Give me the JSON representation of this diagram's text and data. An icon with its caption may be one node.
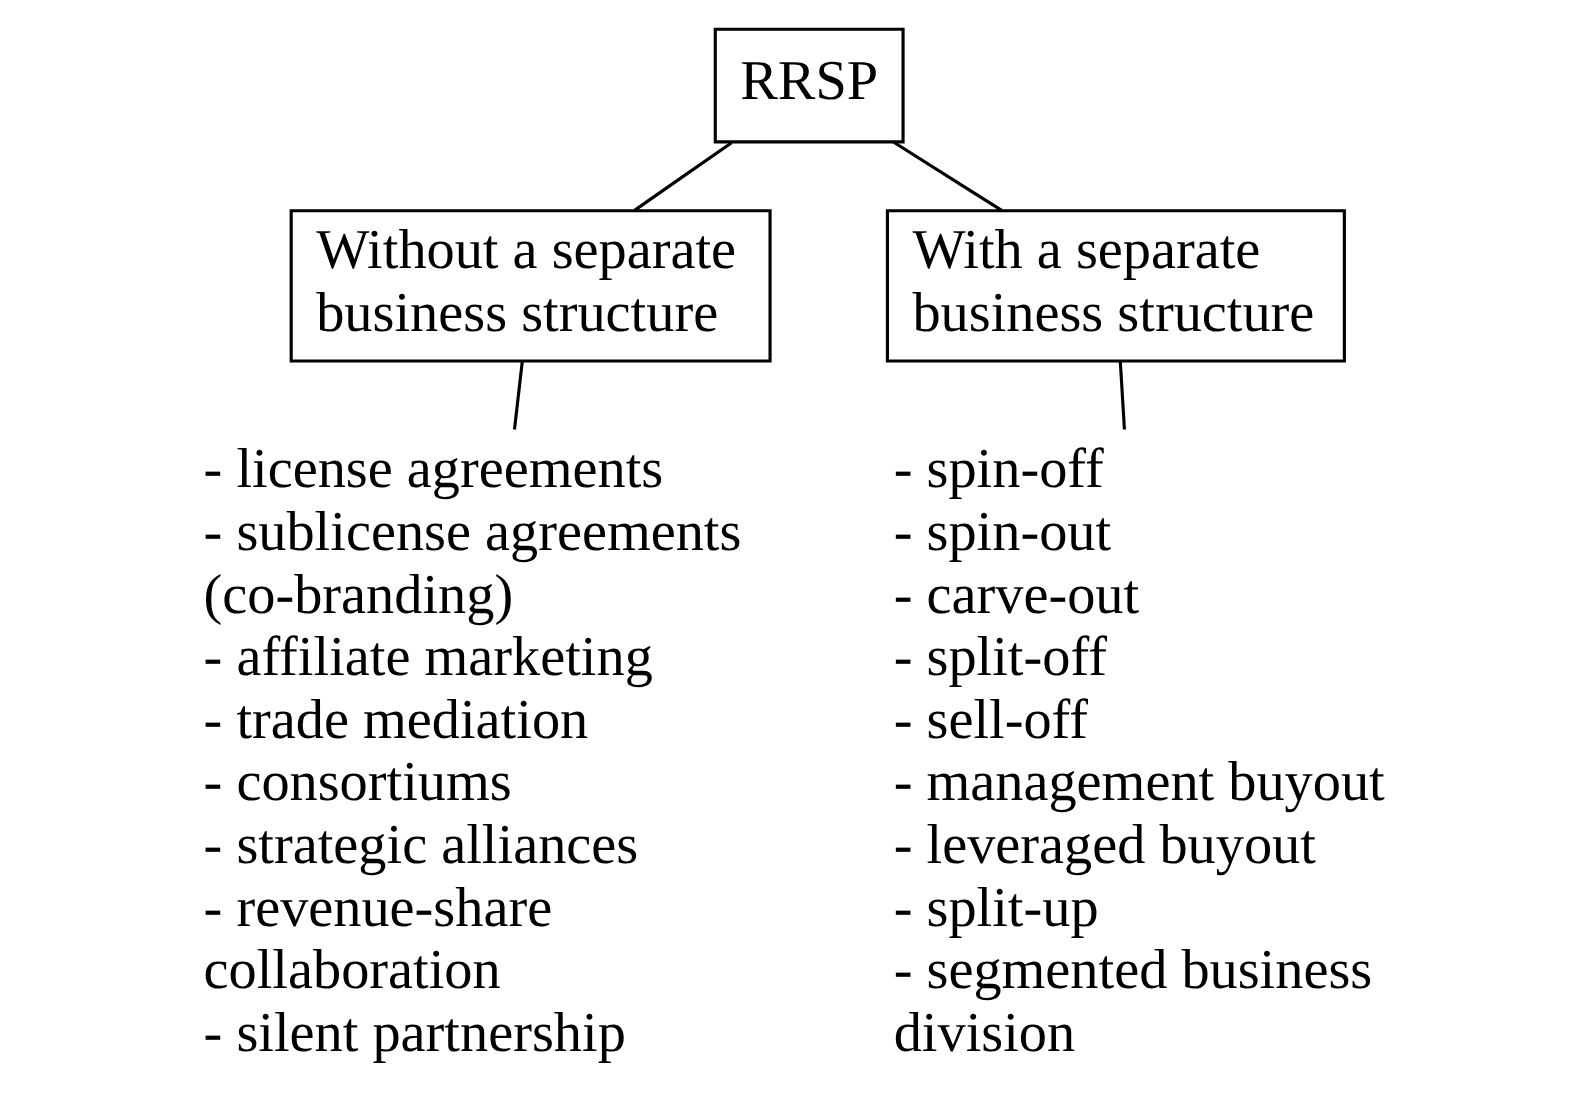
{
  "diagram": {
    "nodes": [
      {
        "text": [
          "RRSP"
        ]
      },
      {
        "text": [
          "Without a separate business structure"
        ]
      },
      {
        "text": [
          "With a separate business structure"
        ]
      },
      {
        "text": [
          "- license agreements",
          "- sublicense agreements (co-branding)",
          "- affiliate marketing",
          "- trade mediation",
          "- consortiums",
          "- strategic alliances",
          "- revenue-share collaboration",
          "- silent partnership"
        ]
      },
      {
        "text": [
          "- spin-off",
          "- spin-out",
          "- carve-out",
          "- split-off",
          "- sell-off",
          "- management buyout",
          "- leveraged buyout",
          "- split-up",
          "- segmented business division"
        ]
      }
    ],
    "edges": [
      {
        "from": 0,
        "to": 1,
        "arrow": "none"
      },
      {
        "from": 0,
        "to": 2,
        "arrow": "none"
      },
      {
        "from": 1,
        "to": 3,
        "arrow": "none"
      },
      {
        "from": 2,
        "to": 4,
        "arrow": "none"
      }
    ]
  }
}
